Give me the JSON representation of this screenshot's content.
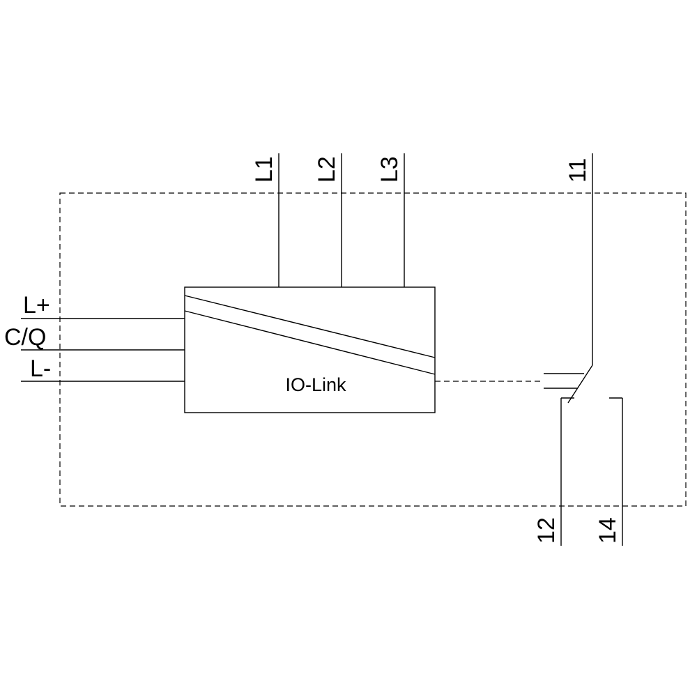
{
  "diagram": {
    "module_label": "IO-Link",
    "phase_terminals": [
      "L1",
      "L2",
      "L3"
    ],
    "supply_terminals": [
      "L+",
      "C/Q",
      "L-"
    ],
    "contact_terminals": {
      "common": "11",
      "nc": "12",
      "no": "14"
    }
  }
}
